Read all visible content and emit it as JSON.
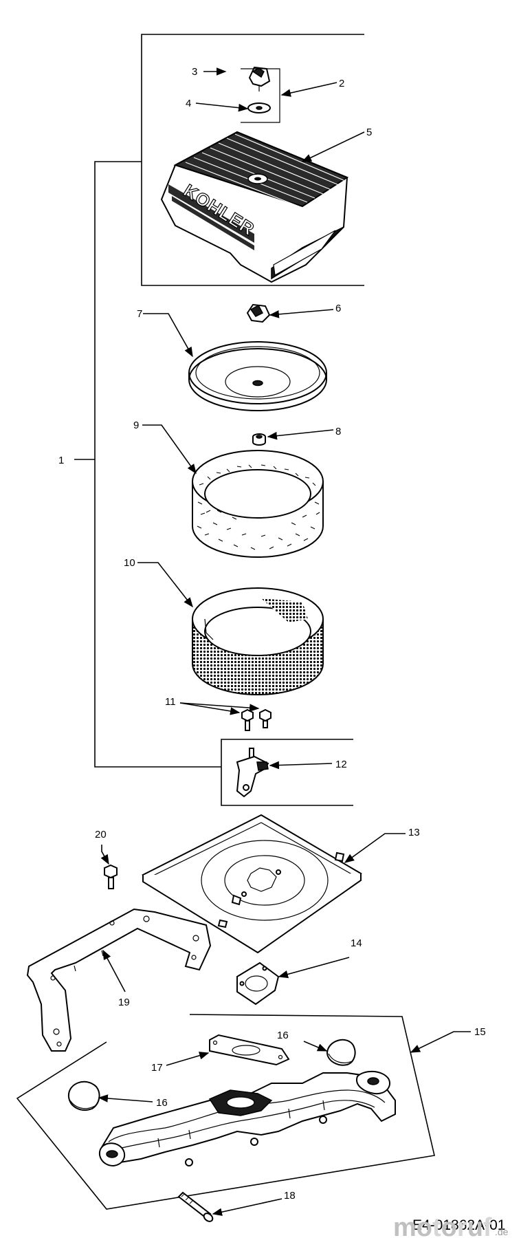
{
  "callouts": [
    "1",
    "2",
    "3",
    "4",
    "5",
    "6",
    "7",
    "8",
    "9",
    "10",
    "11",
    "12",
    "13",
    "14",
    "15",
    "16",
    "16",
    "17",
    "18",
    "19",
    "20"
  ],
  "cover_brand": "KOHLER",
  "drawing_code": "E4-01862A-01",
  "watermark": {
    "letters": [
      "m",
      "o",
      "t",
      "o",
      "r",
      "u",
      "f"
    ],
    "letter_colors": [
      "#c0c0c0",
      "#c0c0c0",
      "#d6d6d6",
      "#c0c0c0",
      "#d6d6d6",
      "#c0c0c0",
      "#d6d6d6"
    ],
    "suffix": ".de"
  }
}
